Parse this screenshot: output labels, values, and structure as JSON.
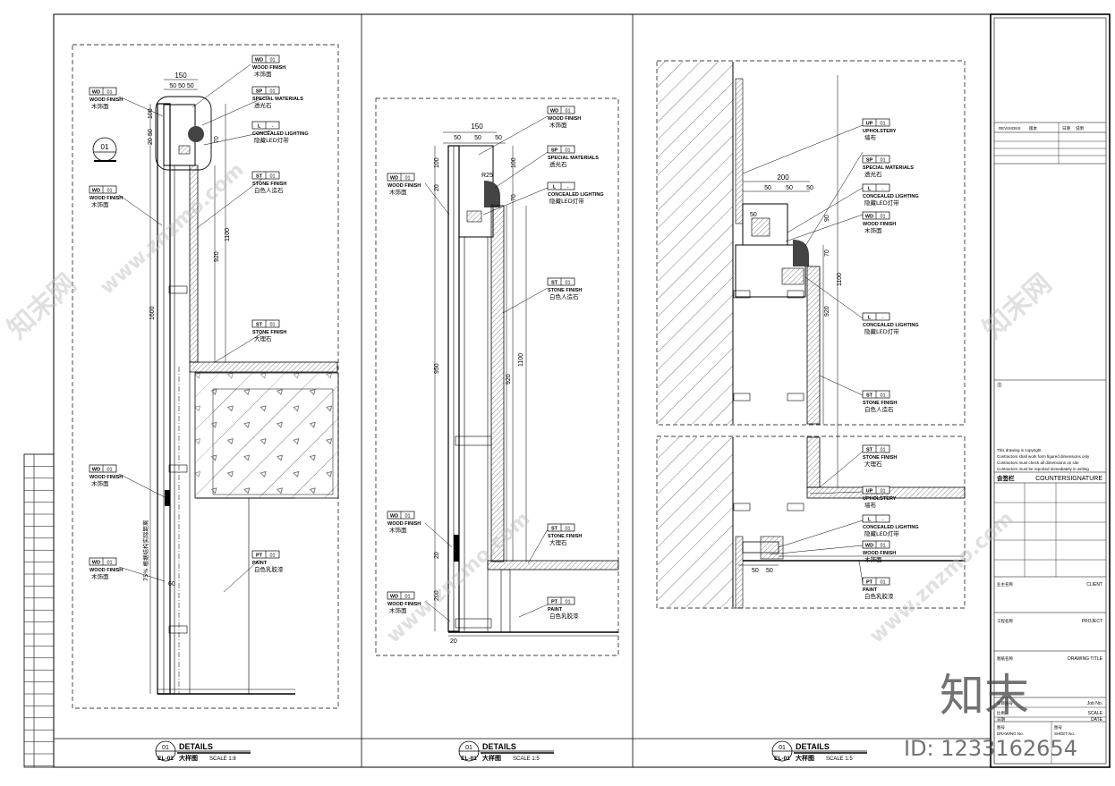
{
  "panels": [
    {
      "no": "01",
      "title": "DETAILS",
      "code": "EL-01",
      "name": "大样图",
      "scale": "SCALE  1:8",
      "dims": {
        "top_total": "150",
        "top_parts": "50 50 50",
        "v100": "100",
        "v50": "50",
        "v20": "20",
        "v70": "70",
        "v920": "920",
        "v1100": "1100",
        "v1600": "1600",
        "v60": "60"
      },
      "side_note": "75% 根据结构实际距离",
      "callouts": [
        {
          "tag": "WD",
          "num": "01",
          "en": "WOOD FINISH",
          "cn": "木饰面"
        },
        {
          "tag": "WD",
          "num": "01",
          "en": "WOOD FINISH",
          "cn": "木饰面"
        },
        {
          "tag": "SP",
          "num": "01",
          "en": "SPECIAL MATERIALS",
          "cn": "透光石"
        },
        {
          "tag": "L",
          "num": "-",
          "en": "CONCEALED LIGHTING",
          "cn": "隐藏LED灯带"
        },
        {
          "tag": "WD",
          "num": "01",
          "en": "WOOD FINISH",
          "cn": "木饰面"
        },
        {
          "tag": "ST",
          "num": "01",
          "en": "STONE FINISH",
          "cn": "白色人造石"
        },
        {
          "tag": "ST",
          "num": "01",
          "en": "STONE FINISH",
          "cn": "大理石"
        },
        {
          "tag": "WD",
          "num": "01",
          "en": "WOOD FINISH",
          "cn": "木饰面"
        },
        {
          "tag": "WD",
          "num": "01",
          "en": "WOOD FINISH",
          "cn": "木饰面"
        },
        {
          "tag": "PT",
          "num": "01",
          "en": "PAINT",
          "cn": "白色乳胶漆"
        }
      ],
      "section_mark": "01"
    },
    {
      "no": "01",
      "title": "DETAILS",
      "code": "EL-01",
      "name": "大样图",
      "scale": "SCALE  1:5",
      "dims": {
        "top_total": "150",
        "p1": "50",
        "p2": "50",
        "p3": "50",
        "v100a": "100",
        "v100b": "100",
        "r": "R25",
        "v70": "70",
        "v20a": "20",
        "v20b": "20",
        "v950": "950",
        "v920": "920",
        "v1100": "1100",
        "v200": "200",
        "v20c": "20"
      },
      "callouts": [
        {
          "tag": "WD",
          "num": "01",
          "en": "WOOD FINISH",
          "cn": "木饰面"
        },
        {
          "tag": "SP",
          "num": "01",
          "en": "SPECIAL MATERIALS",
          "cn": "透光石"
        },
        {
          "tag": "L",
          "num": "-",
          "en": "CONCEALED LIGHTING",
          "cn": "隐藏LED灯带"
        },
        {
          "tag": "WD",
          "num": "01",
          "en": "WOOD FINISH",
          "cn": "木饰面"
        },
        {
          "tag": "ST",
          "num": "01",
          "en": "STONE FINISH",
          "cn": "白色人造石"
        },
        {
          "tag": "ST",
          "num": "01",
          "en": "STONE FINISH",
          "cn": "大理石"
        },
        {
          "tag": "WD",
          "num": "01",
          "en": "WOOD FINISH",
          "cn": "木饰面"
        },
        {
          "tag": "PT",
          "num": "01",
          "en": "PAINT",
          "cn": "白色乳胶漆"
        },
        {
          "tag": "WD",
          "num": "01",
          "en": "WOOD FINISH",
          "cn": "木饰面"
        }
      ]
    },
    {
      "no": "01",
      "title": "DETAILS",
      "code": "EL-01",
      "name": "大样图",
      "scale": "SCALE  1:5",
      "dims": {
        "top_total": "200",
        "p1": "50",
        "p2": "50",
        "p3": "50",
        "v50": "50",
        "v90": "90",
        "v70": "70",
        "v1100": "1100",
        "v920": "920",
        "b1": "50",
        "b2": "50"
      },
      "callouts": [
        {
          "tag": "UP",
          "num": "01",
          "en": "UPHOLSTERY",
          "cn": "墙布"
        },
        {
          "tag": "SP",
          "num": "01",
          "en": "SPECIAL MATERIALS",
          "cn": "透光石"
        },
        {
          "tag": "L",
          "num": "-",
          "en": "CONCEALED LIGHTING",
          "cn": "隐藏LED灯带"
        },
        {
          "tag": "WD",
          "num": "01",
          "en": "WOOD FINISH",
          "cn": "木饰面"
        },
        {
          "tag": "L",
          "num": "-",
          "en": "CONCEALED LIGHTING",
          "cn": "隐藏LED灯带"
        },
        {
          "tag": "ST",
          "num": "01",
          "en": "STONE FINISH",
          "cn": "白色人造石"
        },
        {
          "tag": "ST",
          "num": "01",
          "en": "STONE FINISH",
          "cn": "大理石"
        },
        {
          "tag": "UP",
          "num": "01",
          "en": "UPHOLSTERY",
          "cn": "墙布"
        },
        {
          "tag": "L",
          "num": "-",
          "en": "CONCEALED LIGHTING",
          "cn": "隐藏LED灯带"
        },
        {
          "tag": "WD",
          "num": "01",
          "en": "WOOD FINISH",
          "cn": "木饰面"
        },
        {
          "tag": "PT",
          "num": "01",
          "en": "PAINT",
          "cn": "白色乳胶漆"
        }
      ]
    }
  ],
  "title_block": {
    "revisions": "REVISIONS",
    "rev_cn": "版本",
    "date_cn": "日期",
    "desc_cn": "说明",
    "notes_head": "注:",
    "copyright": "This drawing is copyright",
    "note1": "Contractors shall work form figured dimensions only",
    "note2": "Contractors must check all dimensions on site",
    "note3": "Contractors must be reported immediately in writing",
    "countersign_cn": "会签栏",
    "countersign": "COUNTERSIGNATURE",
    "client_cn": "业主名称",
    "client": "CLIENT",
    "project_cn": "工程名称",
    "project": "PROJECT",
    "drawing_cn": "图纸名称",
    "drawing_title": "DRAWING TITLE",
    "job_cn": "项目编号",
    "job": "Job No.",
    "scale_cn": "比例",
    "scale": "SCALE",
    "date_cn2": "日期",
    "date": "DATE",
    "drawing_no_cn": "图号",
    "drawing_no": "DRAWING No.",
    "sheet_no_cn": "图号",
    "sheet_no": "SHEET No."
  },
  "watermark": {
    "brand_cn": "知末",
    "site": "www.znzmo.com",
    "site_cn": "知末网",
    "id": "ID: 1233162654"
  }
}
